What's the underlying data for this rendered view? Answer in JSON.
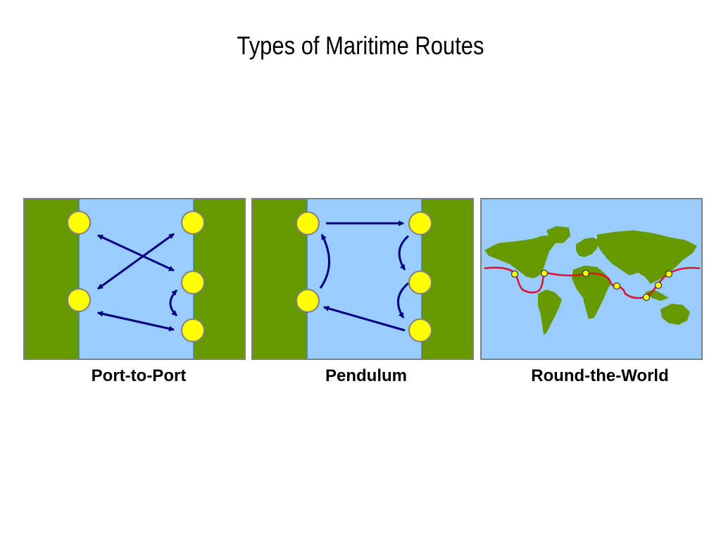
{
  "title": "Types of Maritime Routes",
  "colors": {
    "land": "#669900",
    "water": "#99ccff",
    "port": "#ffff00",
    "route_arrow": "#000080",
    "world_route": "#e0102a",
    "border": "#808080"
  },
  "panels": [
    {
      "caption": "Port-to-Port",
      "ports": 5
    },
    {
      "caption": "Pendulum",
      "ports": 5
    },
    {
      "caption": "Round-the-World",
      "ports": 7
    }
  ]
}
